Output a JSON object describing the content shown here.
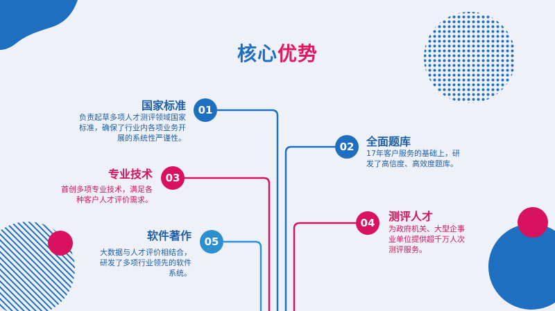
{
  "title": {
    "part1": "核心",
    "part2": "优势"
  },
  "items": [
    {
      "num": "01",
      "heading": "国家标准",
      "desc": [
        "负责起草多项人才测评领域国家",
        "标准，确保了行业内各项业务开",
        "展的系统性严谨性。"
      ]
    },
    {
      "num": "02",
      "heading": "全面题库",
      "desc": [
        "17年客户服务的基础上，研",
        "发了高信度、高效度题库。"
      ]
    },
    {
      "num": "03",
      "heading": "专业技术",
      "desc": [
        "首创多项专业技术，满足各",
        "种客户人才评价需求。"
      ]
    },
    {
      "num": "04",
      "heading": "测评人才",
      "desc": [
        "为政府机关、大型企事",
        "业单位提供超千万人次",
        "测评服务。"
      ]
    },
    {
      "num": "05",
      "heading": "软件著作",
      "desc": [
        "大数据与人才评价相结合，",
        "研发了多项行业领先的软件",
        "系统。"
      ]
    }
  ],
  "colors": {
    "blue": "#1f6fc0",
    "red": "#d8125e",
    "sky": "#2d8fd0",
    "background": "#eef1f7"
  }
}
